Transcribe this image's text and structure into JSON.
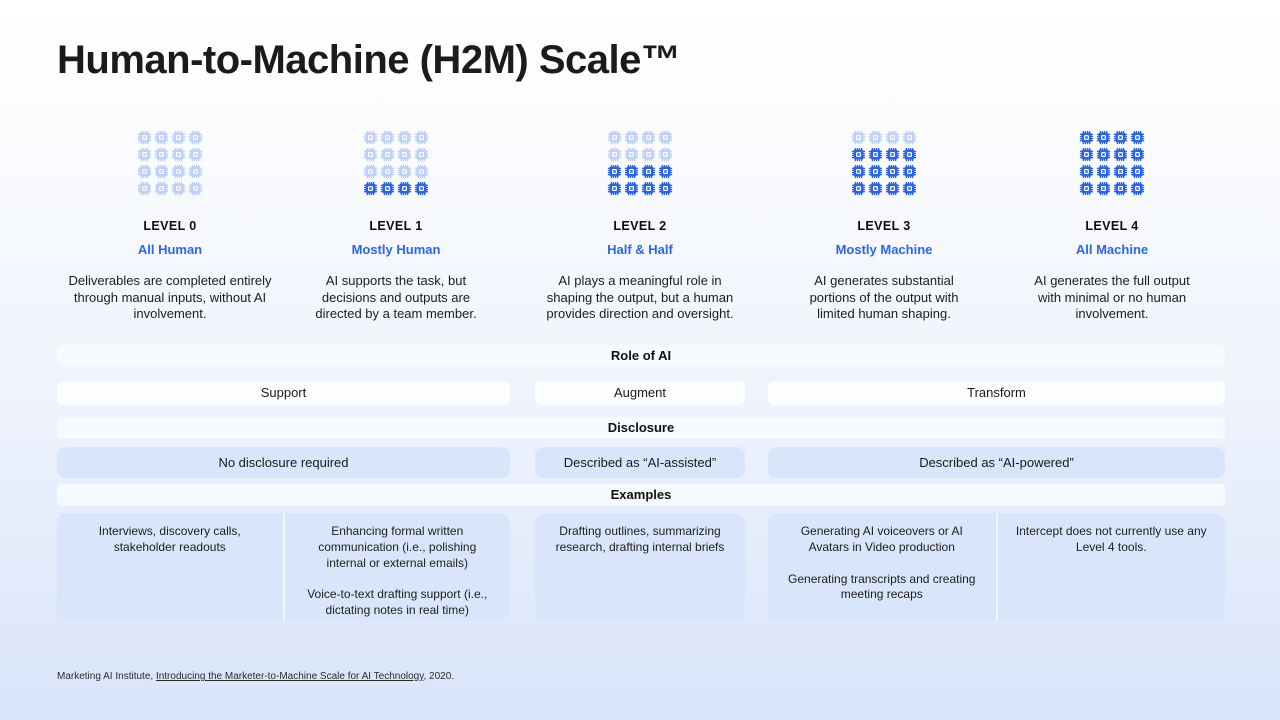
{
  "title": "Human-to-Machine (H2M) Scale™",
  "accent_color": "#2a63ef",
  "levels": [
    {
      "label": "LEVEL 0",
      "name": "All Human",
      "active_rows": 0,
      "description": "Deliverables are completed entirely through manual inputs, without AI involvement."
    },
    {
      "label": "LEVEL 1",
      "name": "Mostly Human",
      "active_rows": 1,
      "description": "AI supports the task, but decisions and outputs are directed by a team member."
    },
    {
      "label": "LEVEL 2",
      "name": "Half & Half",
      "active_rows": 2,
      "description": "AI plays a meaningful role in shaping the output, but a human provides direction and oversight."
    },
    {
      "label": "LEVEL 3",
      "name": "Mostly Machine",
      "active_rows": 3,
      "description": "AI generates substantial portions of the output with limited human shaping."
    },
    {
      "label": "LEVEL 4",
      "name": "All Machine",
      "active_rows": 4,
      "description": "AI generates the full output with minimal or no human involvement."
    }
  ],
  "table": {
    "role_header": "Role of AI",
    "roles": [
      "Support",
      "Augment",
      "Transform"
    ],
    "disclosure_header": "Disclosure",
    "disclosures": [
      "No disclosure required",
      "Described as “AI-assisted”",
      "Described as “AI-powered”"
    ],
    "examples_header": "Examples",
    "examples": {
      "level0": "Interviews, discovery calls, stakeholder readouts",
      "level1": [
        "Enhancing formal written communication (i.e., polishing internal or external emails)",
        "Voice-to-text drafting support (i.e., dictating notes in real time)"
      ],
      "level2": "Drafting outlines, summarizing research, drafting internal briefs",
      "level3": [
        "Generating AI voiceovers or AI Avatars in Video production",
        "Generating transcripts and creating meeting recaps"
      ],
      "level4": "Intercept does not currently use any Level 4 tools."
    }
  },
  "footer": {
    "prefix": "Marketing AI Institute, ",
    "link": "Introducing the Marketer-to-Machine Scale for AI Technology",
    "suffix": ", 2020."
  }
}
